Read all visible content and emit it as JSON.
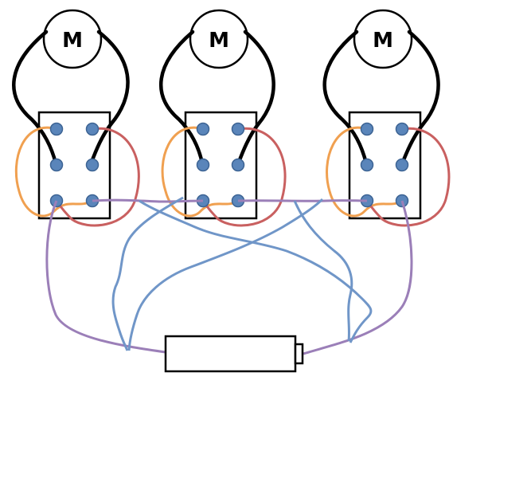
{
  "motors": [
    {
      "label": "M"
    },
    {
      "label": "M"
    },
    {
      "label": "M"
    }
  ],
  "colors": {
    "motor_lead": "#000000",
    "orange_wire": "#f0a050",
    "red_wire": "#c96060",
    "purple_wire": "#9b7fb8",
    "blue_wire": "#7096c8",
    "terminal": "#5a85ba",
    "outline": "#000000",
    "background": "#ffffff"
  }
}
